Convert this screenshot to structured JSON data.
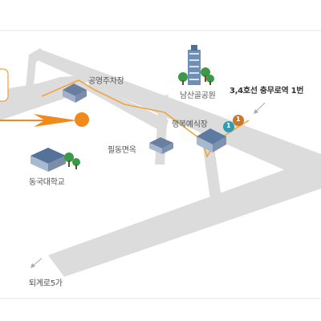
{
  "map": {
    "labels": {
      "parking": "공영주차장",
      "park": "남산골공원",
      "station": "3,4호선 충무로역 1번",
      "wedding_hall": "행복예식장",
      "tax_office": "필동면옥",
      "university": "동국대학교",
      "street": "퇴계로5가"
    },
    "badges": {
      "line3": "1",
      "line4": "1"
    },
    "colors": {
      "road": "#dcdcdc",
      "route": "#f2a43a",
      "marker": "#f08a1a",
      "line3_badge": "#2e9bb8",
      "line4_badge": "#c9782d",
      "frame_line": "#e6e6e6"
    },
    "icons": [
      "building-icon",
      "tree-icon",
      "location-marker",
      "arrow-icon"
    ]
  }
}
